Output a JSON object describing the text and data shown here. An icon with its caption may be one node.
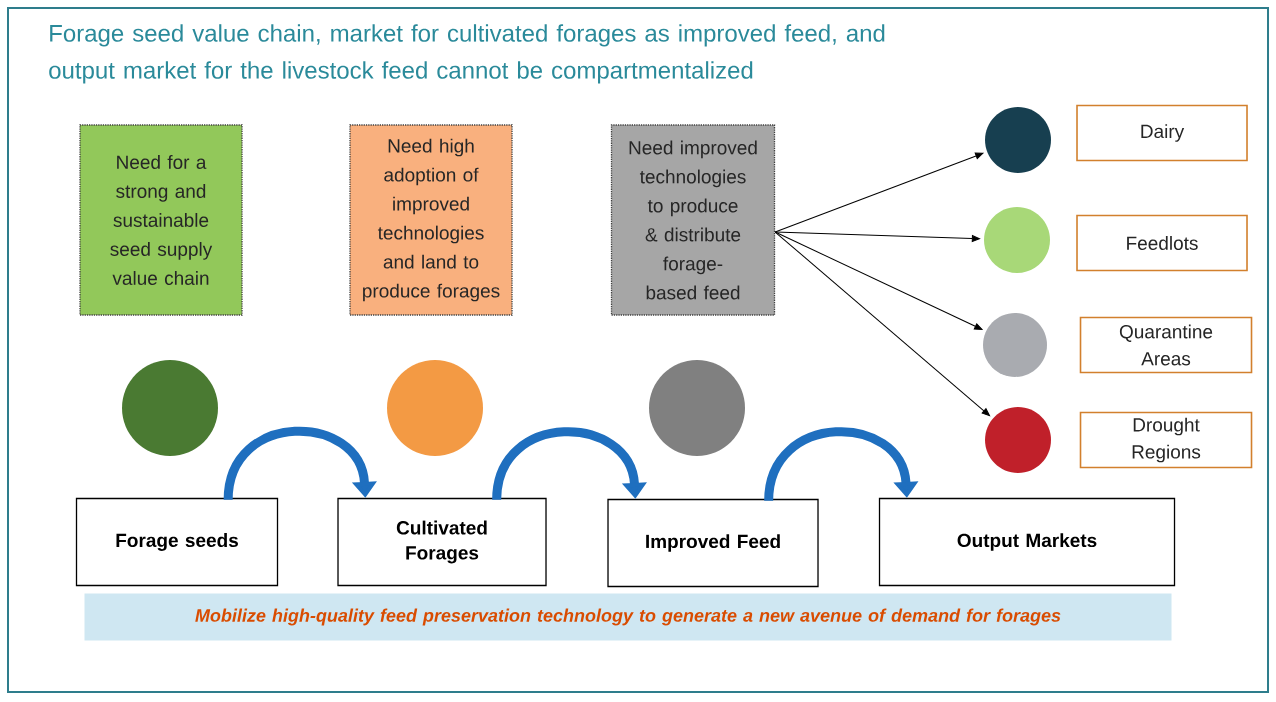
{
  "diagram": {
    "title": "Forage seed value chain, market for cultivated forages as improved feed, and output market for the livestock feed cannot be compartmentalized",
    "nodes": [
      {
        "text": [
          "Need for a strong and sustainable seed supply value chain"
        ]
      },
      {
        "text": [
          "Need high adoption of improved technologies and land to produce forages"
        ]
      },
      {
        "text": [
          "Need improved technologies to produce & distribute forage-based feed"
        ]
      },
      {
        "text": [],
        "shape": "circle"
      },
      {
        "text": [],
        "shape": "circle"
      },
      {
        "text": [],
        "shape": "circle"
      },
      {
        "text": [],
        "shape": "circle"
      },
      {
        "text": [],
        "shape": "circle"
      },
      {
        "text": [],
        "shape": "circle"
      },
      {
        "text": [],
        "shape": "circle"
      },
      {
        "text": [
          "Dairy"
        ]
      },
      {
        "text": [
          "Feedlots"
        ]
      },
      {
        "text": [
          "Quarantine Areas"
        ]
      },
      {
        "text": [
          "Drought Regions"
        ]
      },
      {
        "text": [
          "Forage seeds"
        ]
      },
      {
        "text": [
          "Cultivated Forages"
        ]
      },
      {
        "text": [
          "Improved Feed"
        ]
      },
      {
        "text": [
          "Output Markets"
        ]
      },
      {
        "text": [
          "Mobilize high-quality feed preservation technology to generate a new avenue of demand for forages"
        ]
      }
    ],
    "edges": [
      {
        "from": 2,
        "to": 6,
        "arrow": "to"
      },
      {
        "from": 2,
        "to": 7,
        "arrow": "to"
      },
      {
        "from": 2,
        "to": 8,
        "arrow": "to"
      },
      {
        "from": 2,
        "to": 9,
        "arrow": "to"
      },
      {
        "from": 14,
        "to": 15,
        "arrow": "to",
        "style": "thick",
        "color": "#1f6fbf"
      },
      {
        "from": 15,
        "to": 16,
        "arrow": "to",
        "style": "thick",
        "color": "#1f6fbf"
      },
      {
        "from": 16,
        "to": 17,
        "arrow": "to",
        "style": "thick",
        "color": "#1f6fbf"
      }
    ]
  }
}
